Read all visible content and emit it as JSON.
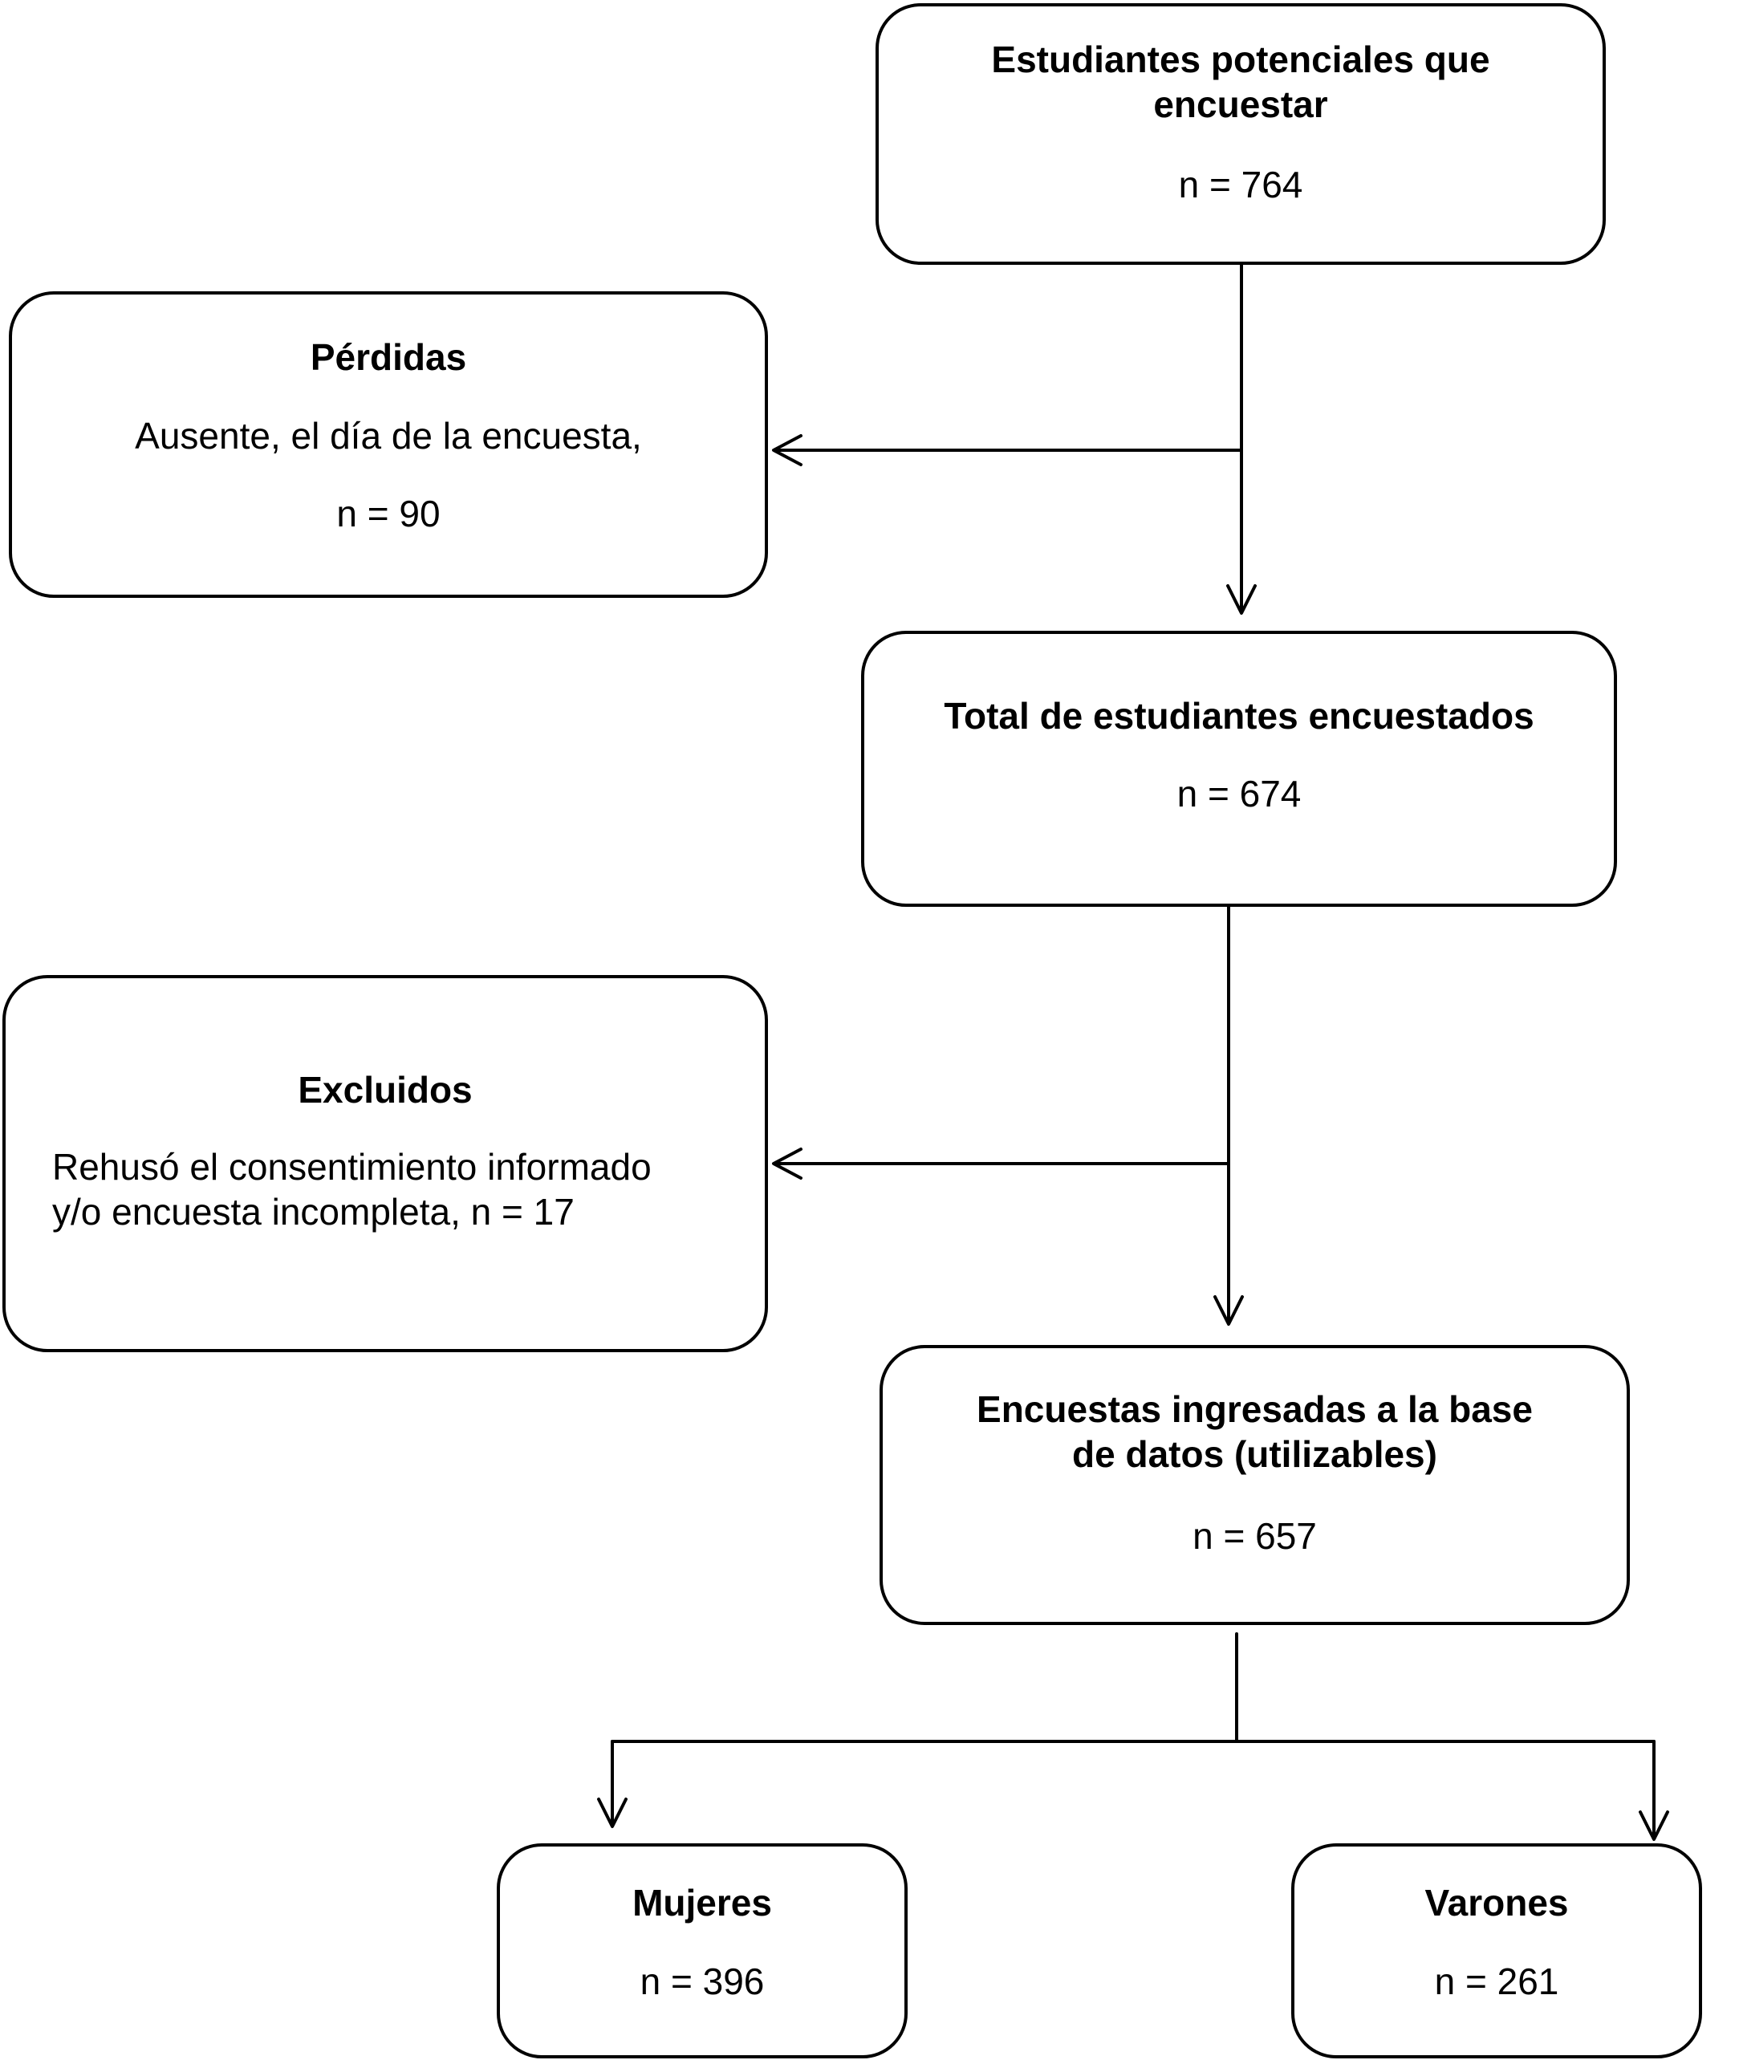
{
  "diagram": {
    "nodes": {
      "potenciales": {
        "title_line1": "Estudiantes potenciales que",
        "title_line2": "encuestar",
        "count": "n = 764"
      },
      "perdidas": {
        "title": "Pérdidas",
        "description": "Ausente, el día de la encuesta,",
        "count": "n = 90"
      },
      "encuestados": {
        "title": "Total de estudiantes encuestados",
        "count": "n = 674"
      },
      "excluidos": {
        "title": "Excluidos",
        "description_line1": "Rehusó el consentimiento informado",
        "description_line2": "y/o encuesta incompleta, n = 17"
      },
      "utilizables": {
        "title_line1": "Encuestas ingresadas a la base",
        "title_line2": "de datos (utilizables)",
        "count": "n = 657"
      },
      "mujeres": {
        "title": "Mujeres",
        "count": "n = 396"
      },
      "varones": {
        "title": "Varones",
        "count": "n = 261"
      }
    },
    "edges": [
      {
        "from": "potenciales",
        "to": "encuestados"
      },
      {
        "from": "potenciales",
        "to": "perdidas"
      },
      {
        "from": "encuestados",
        "to": "utilizables"
      },
      {
        "from": "encuestados",
        "to": "excluidos"
      },
      {
        "from": "utilizables",
        "to": "mujeres"
      },
      {
        "from": "utilizables",
        "to": "varones"
      }
    ],
    "colors": {
      "stroke": "#000000",
      "background": "#ffffff"
    }
  }
}
